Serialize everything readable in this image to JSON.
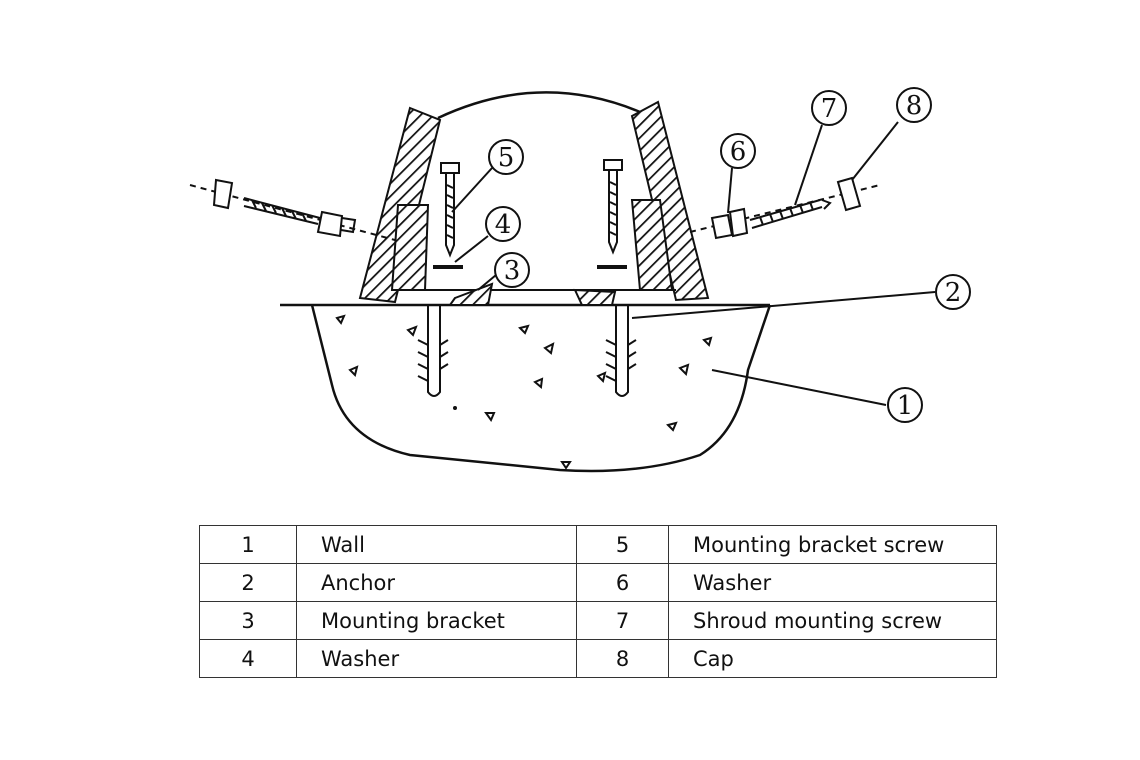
{
  "callouts": [
    "1",
    "2",
    "3",
    "4",
    "5",
    "6",
    "7",
    "8"
  ],
  "parts_table": {
    "rows": [
      {
        "left_num": "1",
        "left_name": "Wall",
        "right_num": "5",
        "right_name": "Mounting bracket screw"
      },
      {
        "left_num": "2",
        "left_name": "Anchor",
        "right_num": "6",
        "right_name": "Washer"
      },
      {
        "left_num": "3",
        "left_name": "Mounting bracket",
        "right_num": "7",
        "right_name": "Shroud mounting screw"
      },
      {
        "left_num": "4",
        "left_name": "Washer",
        "right_num": "8",
        "right_name": "Cap"
      }
    ]
  }
}
